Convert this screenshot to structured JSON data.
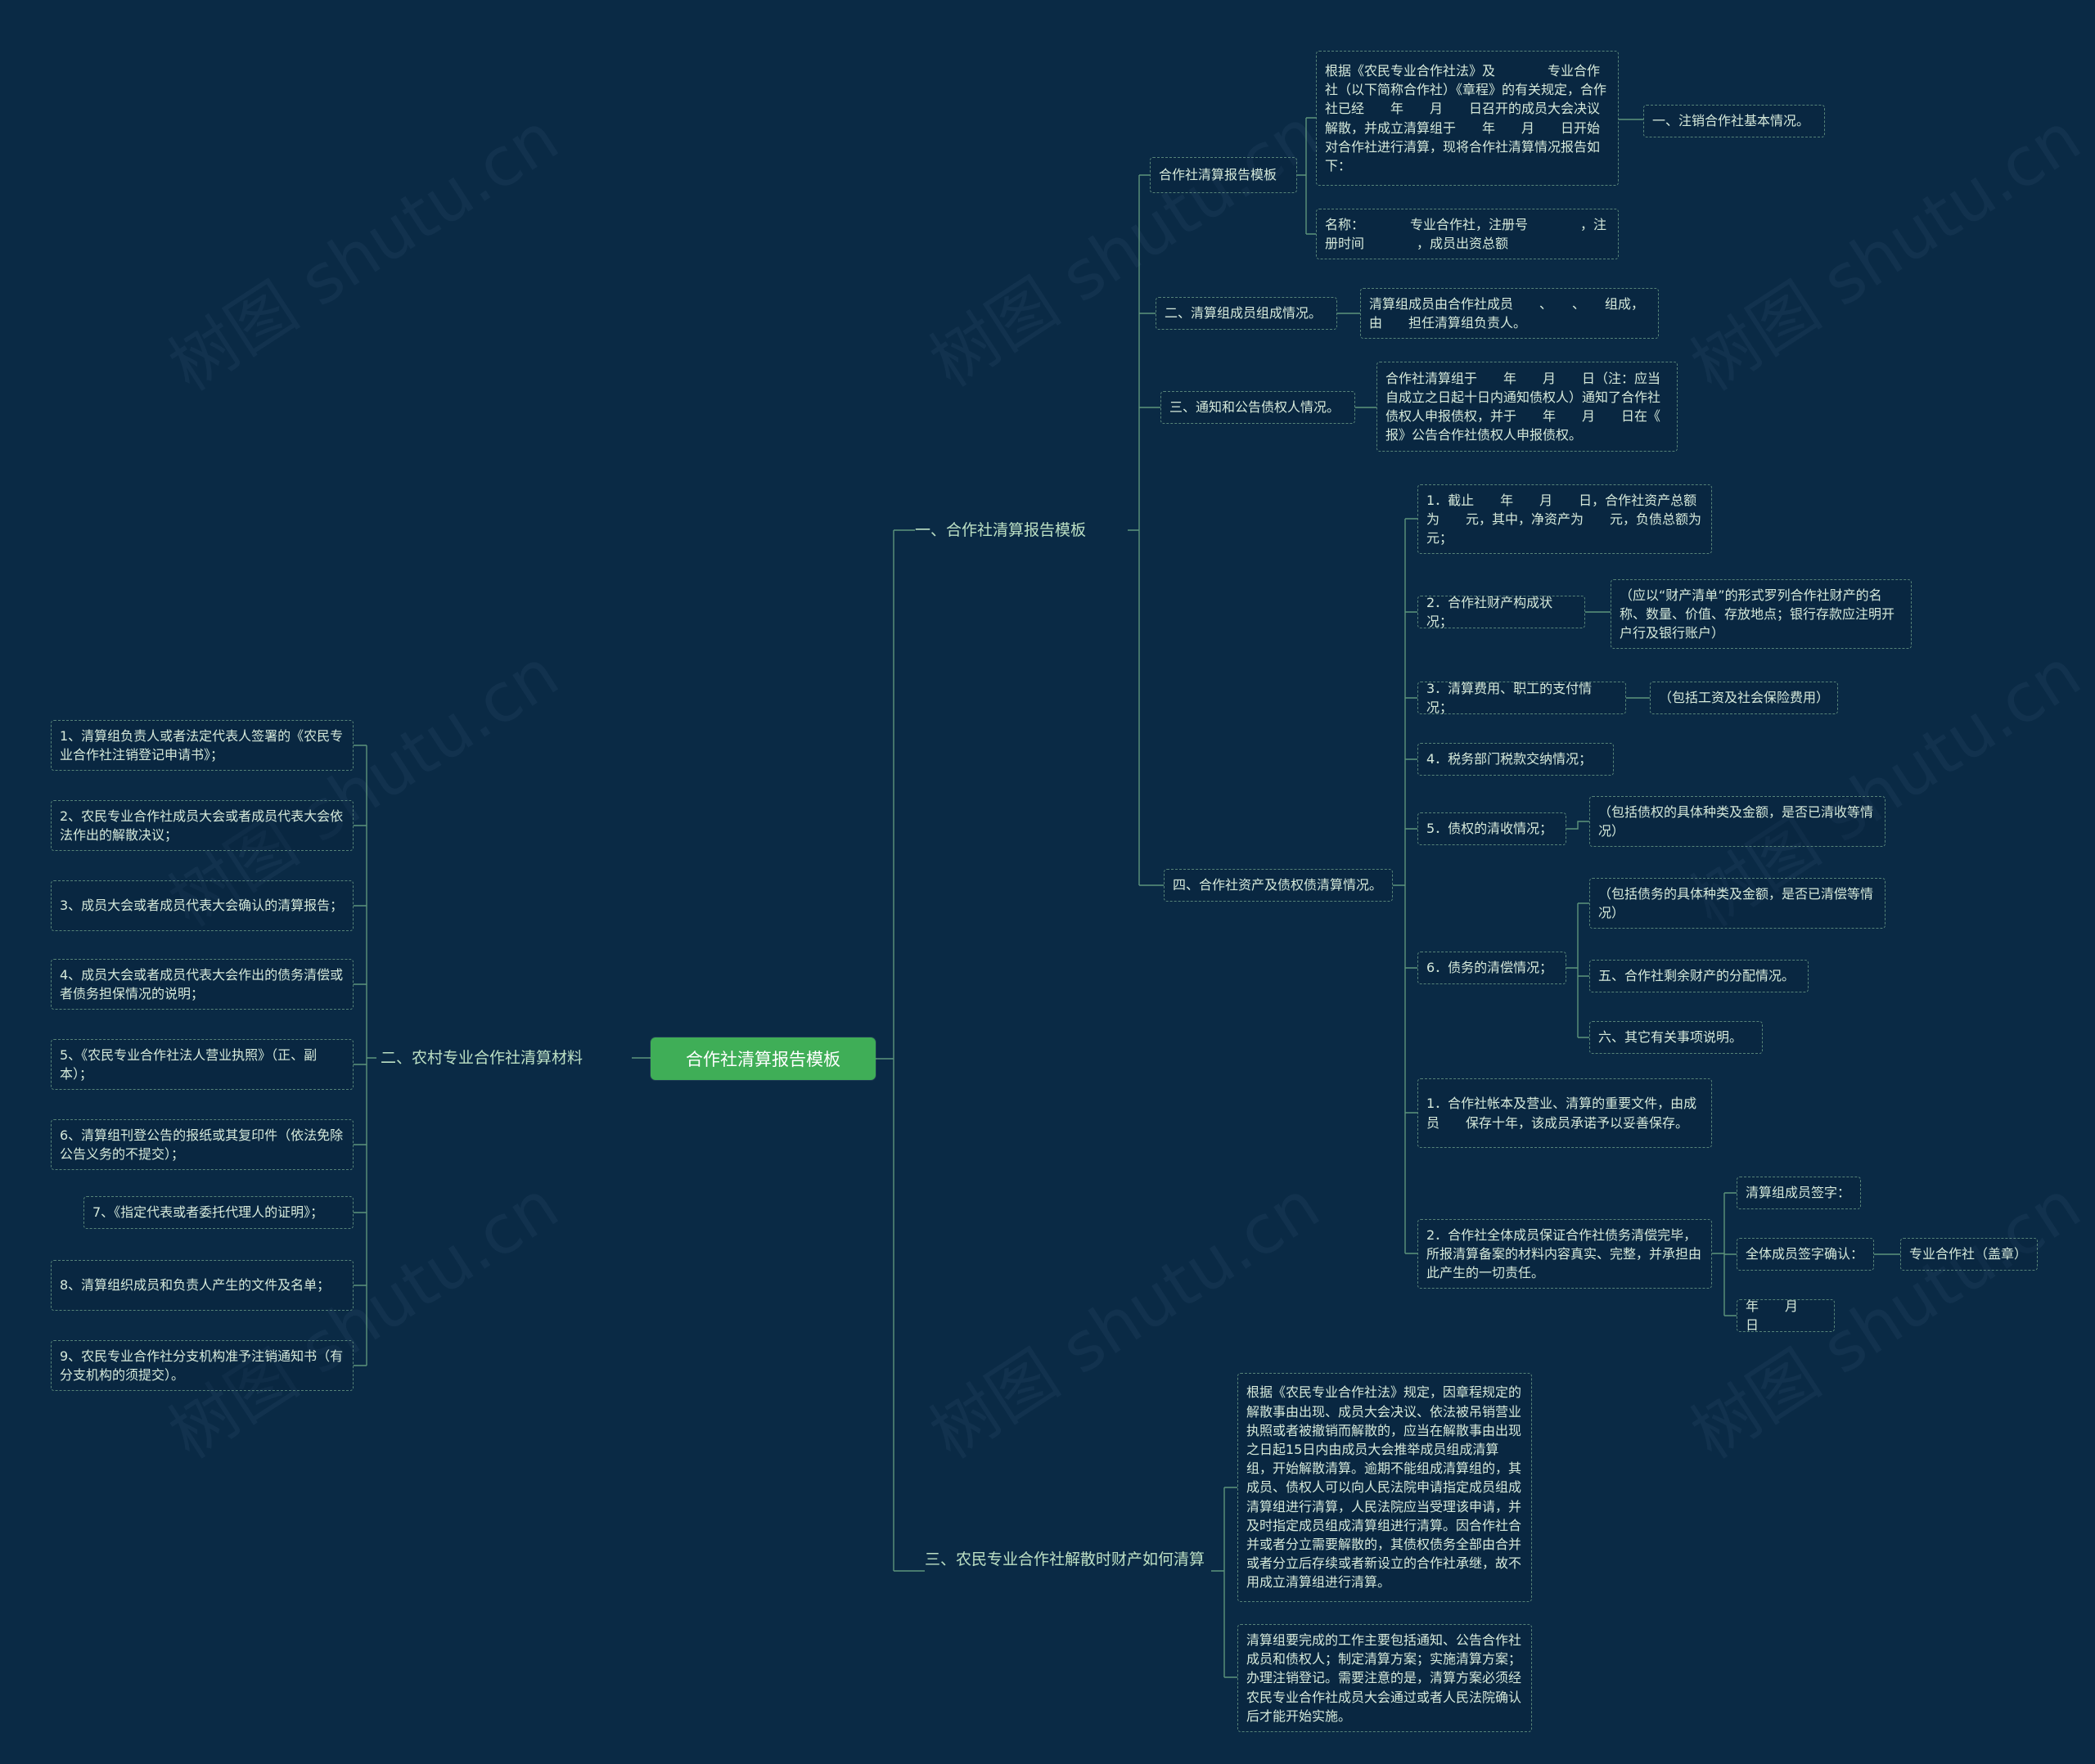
{
  "colors": {
    "background": "#0a2a45",
    "root_node_green": "#3fae57",
    "dashed_border_green": "#98cfa7",
    "node_text": "#d5e9da",
    "connector_green": "#7ab88e"
  },
  "watermark": "树图 shutu.cn",
  "root": {
    "label": "合作社清算报告模板"
  },
  "left_branch": {
    "label": "二、农村专业合作社清算材料",
    "items": [
      {
        "text": "1、清算组负责人或者法定代表人签署的《农民专业合作社注销登记申请书》；"
      },
      {
        "text": "2、农民专业合作社成员大会或者成员代表大会依法作出的解散决议；"
      },
      {
        "text": "3、成员大会或者成员代表大会确认的清算报告；"
      },
      {
        "text": "4、成员大会或者成员代表大会作出的债务清偿或者债务担保情况的说明；"
      },
      {
        "text": "5、《农民专业合作社法人营业执照》（正、副本）；"
      },
      {
        "text": "6、清算组刊登公告的报纸或其复印件（依法免除公告义务的不提交）；"
      },
      {
        "text": "7、《指定代表或者委托代理人的证明》；"
      },
      {
        "text": "8、清算组织成员和负责人产生的文件及名单；"
      },
      {
        "text": "9、农民专业合作社分支机构准予注销通知书（有分支机构的须提交）。"
      }
    ]
  },
  "branch1": {
    "label": "一、合作社清算报告模板",
    "template_node": "合作社清算报告模板",
    "intro": "根据《农民专业合作社法》及　　　　专业合作社（以下简称合作社）《章程》的有关规定，合作社已经　　年　　月　　日召开的成员大会决议解散，并成立清算组于　　年　　月　　日开始对合作社进行清算，现将合作社清算情况报告如下：",
    "basic_info": "一、注销合作社基本情况。",
    "name_line": "名称：　　　　专业合作社，注册号　　　　，注册时间　　　　，成员出资总额",
    "section2_label": "二、清算组成员组成情况。",
    "section2_detail": "清算组成员由合作社成员　　、　　、　　组成，由　　担任清算组负责人。",
    "section3_label": "三、通知和公告债权人情况。",
    "section3_detail": "合作社清算组于　　年　　月　　日（注：应当自成立之日起十日内通知债权人）通知了合作社债权人申报债权，并于　　年　　月　　日在《　　报》公告合作社债权人申报债权。",
    "section4_label": "四、合作社资产及债权债清算情况。",
    "asset_total": "1．截止　　年　　月　　日，合作社资产总额为　　元，其中，净资产为　　元，负债总额为　　元；",
    "property": "2．合作社财产构成状况；",
    "property_note": "（应以“财产清单”的形式罗列合作社财产的名称、数量、价值、存放地点；银行存款应注明开户行及银行账户）",
    "expense": "3．清算费用、职工的支付情况；",
    "expense_note": "（包括工资及社会保险费用）",
    "tax": "4．税务部门税款交纳情况；",
    "credit": "5．债权的清收情况；",
    "credit_note": "（包括债权的具体种类及金额，是否已清收等情况）",
    "debt": "6．债务的清偿情况；",
    "debt_note": "（包括债务的具体种类及金额，是否已清偿等情况）",
    "section5_label": "五、合作社剩余财产的分配情况。",
    "section6_label": "六、其它有关事项说明。",
    "books": "1．合作社帐本及营业、清算的重要文件，由成员　　保存十年，该成员承诺予以妥善保存。",
    "guarantee": "2．合作社全体成员保证合作社债务清偿完毕，所报清算备案的材料内容真实、完整，并承担由此产生的一切责任。",
    "sign_member": "清算组成员签字：",
    "sign_all": "全体成员签字确认：",
    "stamp": "专业合作社（盖章）",
    "date": "年　　月　　日"
  },
  "branch3": {
    "label": "三、农民专业合作社解散时财产如何清算",
    "para1": "根据《农民专业合作社法》规定，因章程规定的解散事由出现、成员大会决议、依法被吊销营业执照或者被撤销而解散的，应当在解散事由出现之日起15日内由成员大会推举成员组成清算组，开始解散清算。逾期不能组成清算组的，其成员、债权人可以向人民法院申请指定成员组成清算组进行清算，人民法院应当受理该申请，并及时指定成员组成清算组进行清算。因合作社合并或者分立需要解散的，其债权债务全部由合并或者分立后存续或者新设立的合作社承继，故不用成立清算组进行清算。",
    "para2": "清算组要完成的工作主要包括通知、公告合作社成员和债权人；制定清算方案；实施清算方案；办理注销登记。需要注意的是，清算方案必须经农民专业合作社成员大会通过或者人民法院确认后才能开始实施。"
  }
}
